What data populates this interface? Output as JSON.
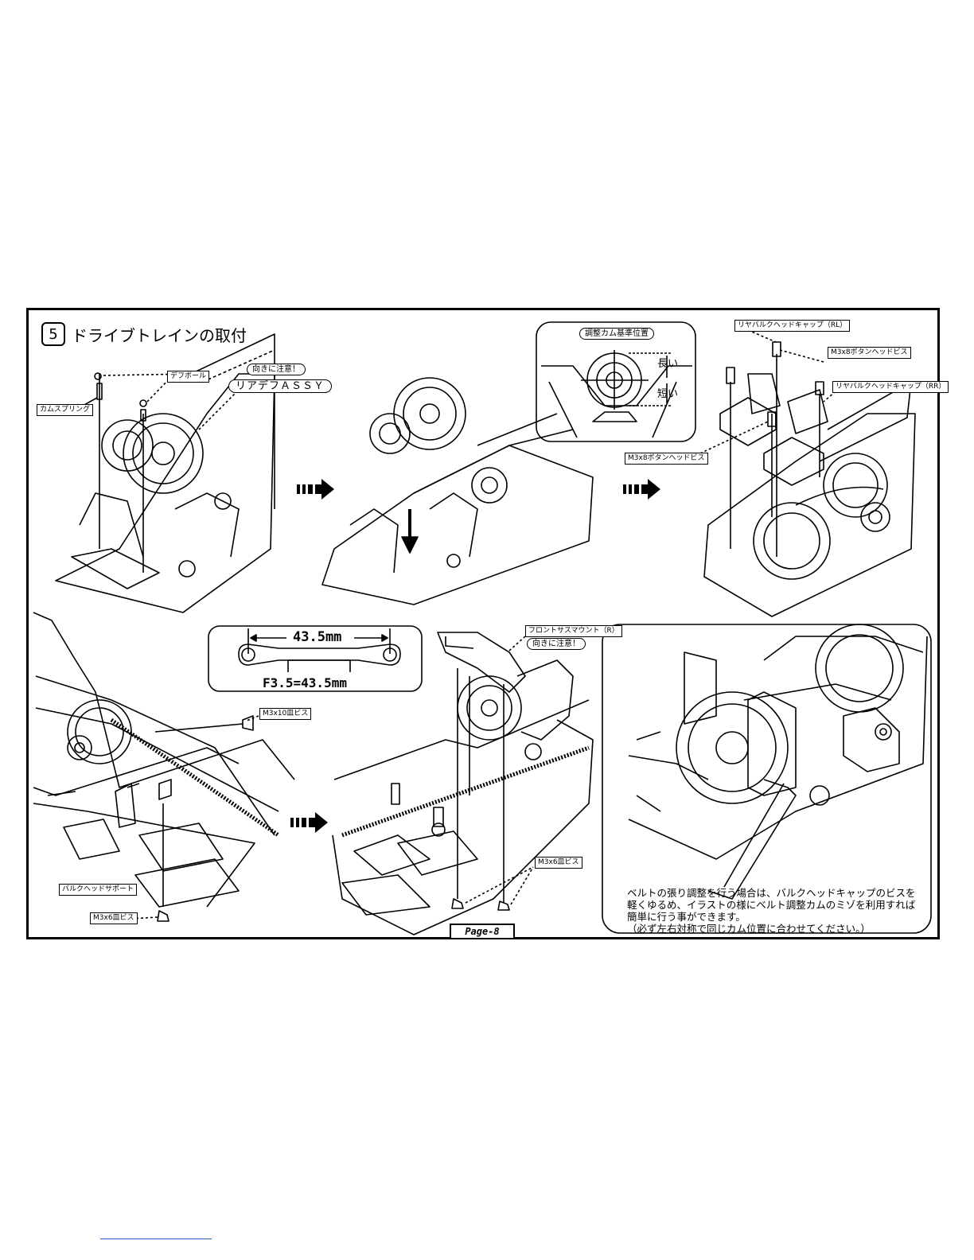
{
  "header": {
    "step_number": "5",
    "step_title": "ドライブトレインの取付"
  },
  "panel1": {
    "cam_spring": "カムスプリング",
    "diff_ball": "デフボール",
    "caution": "向きに注意！",
    "rear_diff_assy": "リアデフＡＳＳＹ"
  },
  "cam_inset": {
    "title": "調整カム基準位置",
    "long": "長い",
    "short": "短い"
  },
  "panel3": {
    "bulkhead_cap_rl": "リヤバルクヘッドキャップ（RL）",
    "button_screw_top": "M3x8ボタンヘッドビス",
    "bulkhead_cap_rr": "リヤバルクヘッドキャップ（RR）",
    "button_screw_left": "M3x8ボタンヘッドビス"
  },
  "dimension_inset": {
    "dimension": "43.5mm",
    "formula": "F3.5=43.5mm"
  },
  "panel4": {
    "flat_screw_10": "M3x10皿ビス",
    "bulkhead_support": "バルクヘッドサポート",
    "flat_screw_6": "M3x6皿ビス"
  },
  "panel5": {
    "front_sus_mount": "フロントサスマウント（R）",
    "caution": "向きに注意！",
    "flat_screw_6": "M3x6皿ビス"
  },
  "belt_note": [
    "ベルトの張り調整を行う場合は、バルクヘッドキャップのビスを",
    "軽くゆるめ、イラストの様にベルト調整カムのミゾを利用すれば",
    "簡単に行う事ができます。",
    "（必ず左右対称で同じカム位置に合わせてください。）"
  ],
  "footer": {
    "page": "Page-8"
  }
}
